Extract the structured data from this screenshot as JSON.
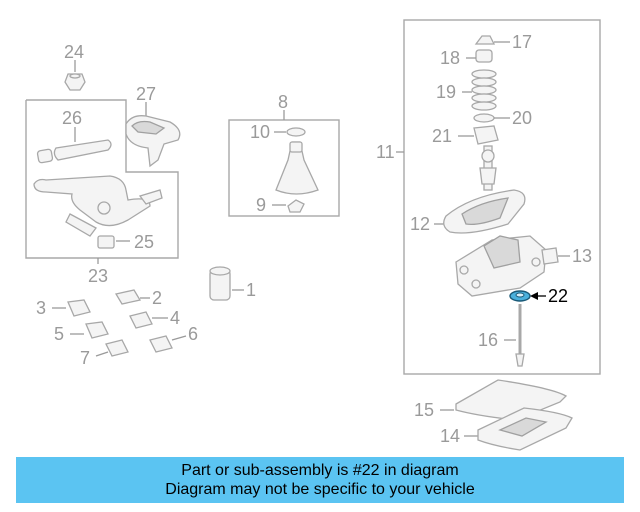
{
  "diagram": {
    "callouts": {
      "c1": "1",
      "c2": "2",
      "c3": "3",
      "c4": "4",
      "c5": "5",
      "c6": "6",
      "c7": "7",
      "c8": "8",
      "c9": "9",
      "c10": "10",
      "c11": "11",
      "c12": "12",
      "c13": "13",
      "c14": "14",
      "c15": "15",
      "c16": "16",
      "c17": "17",
      "c18": "18",
      "c19": "19",
      "c20": "20",
      "c21": "21",
      "c22": "22",
      "c23": "23",
      "c24": "24",
      "c25": "25",
      "c26": "26",
      "c27": "27"
    },
    "highlight_color": "#4ab0dc"
  },
  "banner": {
    "line1": "Part or sub-assembly is #22 in diagram",
    "line2": "Diagram may not be specific to your vehicle",
    "background": "#5bc4f2"
  }
}
